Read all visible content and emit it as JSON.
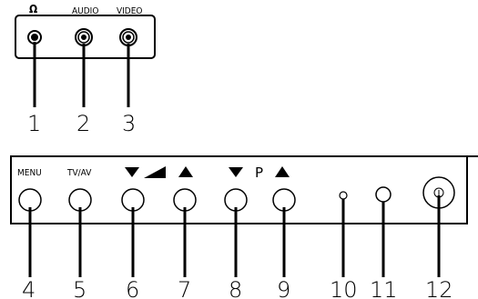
{
  "top_panel": {
    "labels": {
      "headphone": "Ω",
      "audio": "AUDIO",
      "video": "VIDEO"
    },
    "callouts": [
      "1",
      "2",
      "3"
    ]
  },
  "front_panel": {
    "labels": {
      "menu": "MENU",
      "tvav": "TV/AV",
      "program": "P"
    },
    "callouts": [
      "4",
      "5",
      "6",
      "7",
      "8",
      "9",
      "10",
      "11",
      "12"
    ]
  }
}
